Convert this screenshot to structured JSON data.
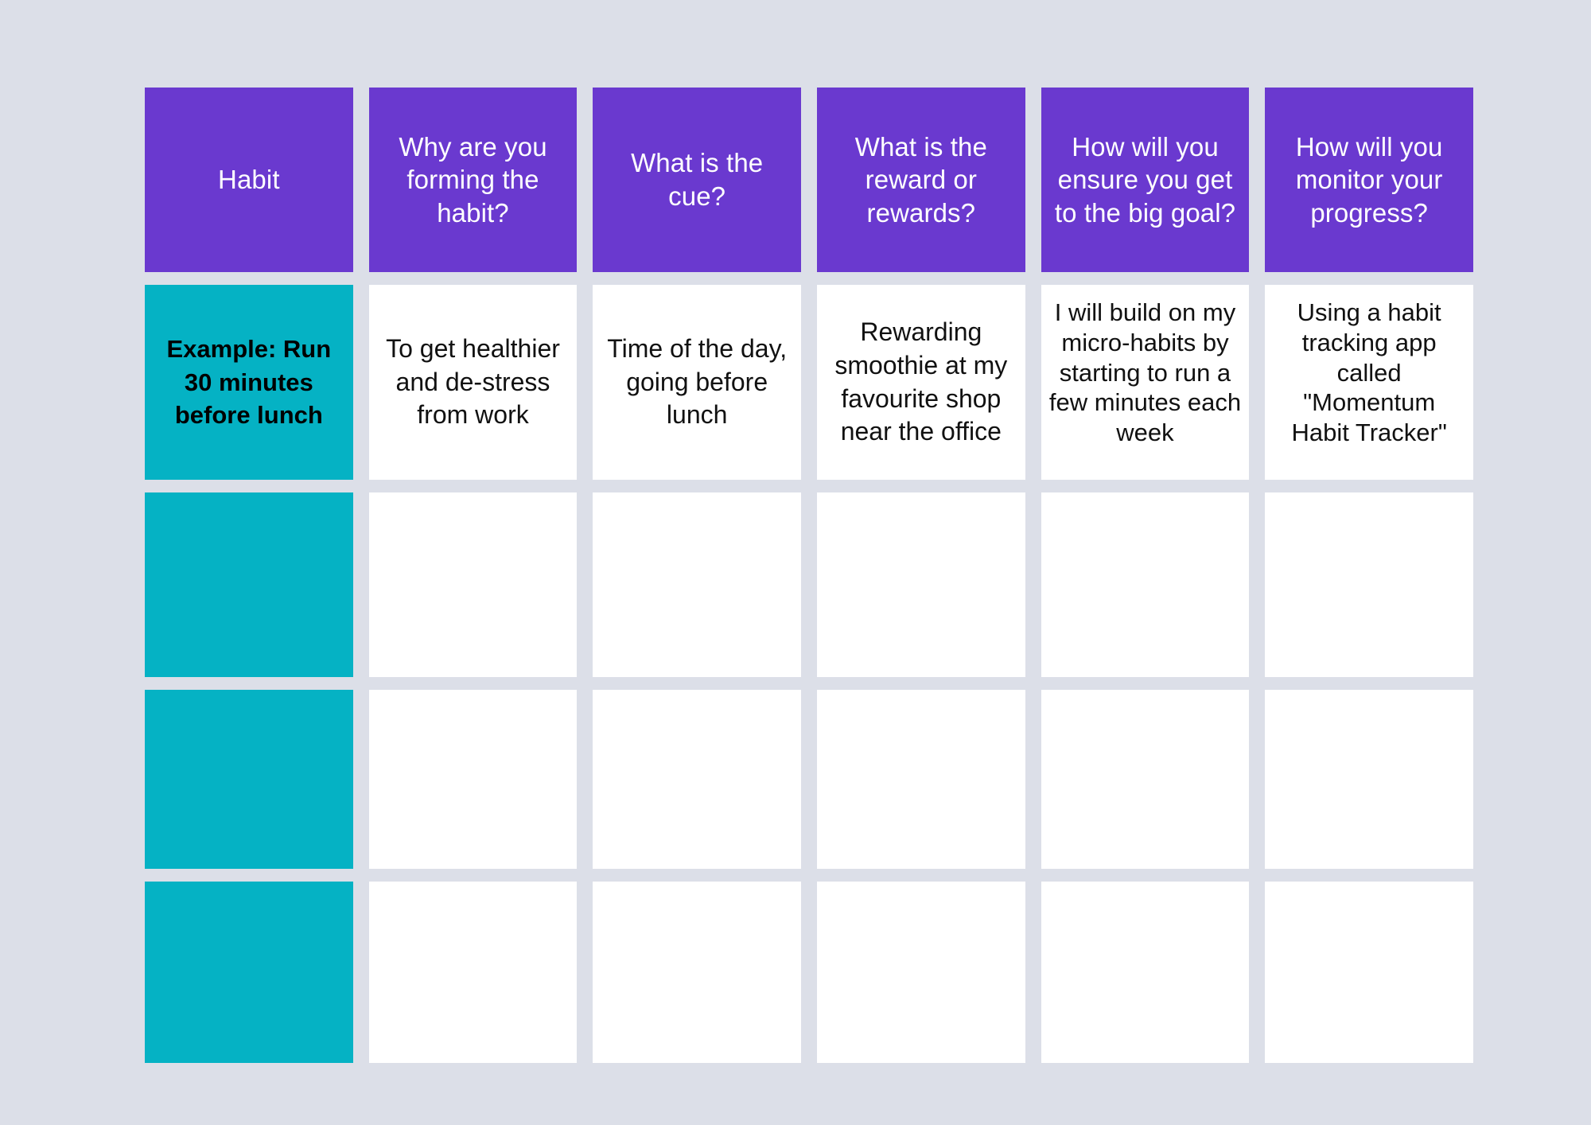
{
  "theme": {
    "background": "#dcdfe8",
    "header_purple": "#6a39cf",
    "habit_teal": "#05b2c4",
    "cell_white": "#ffffff",
    "text_dark": "#111111",
    "header_text": "#ffffff"
  },
  "table": {
    "headers": [
      "Habit",
      "Why are you forming the habit?",
      "What is the cue?",
      "What is the reward or rewards?",
      "How will you ensure you get to the big goal?",
      "How will you monitor your progress?"
    ],
    "rows": [
      {
        "kind": "example",
        "cells": [
          "Example: Run 30 minutes before lunch",
          "To get healthier and de-stress from work",
          "Time of the day, going before lunch",
          "Rewarding smoothie at my favourite shop near the office",
          "I will build on my micro-habits by starting to run a few minutes each week",
          "Using a habit tracking app called \"Momentum Habit Tracker\""
        ]
      },
      {
        "kind": "blank",
        "cells": [
          "",
          "",
          "",
          "",
          "",
          ""
        ]
      },
      {
        "kind": "blank",
        "cells": [
          "",
          "",
          "",
          "",
          "",
          ""
        ]
      },
      {
        "kind": "blank",
        "cells": [
          "",
          "",
          "",
          "",
          "",
          ""
        ]
      }
    ]
  }
}
